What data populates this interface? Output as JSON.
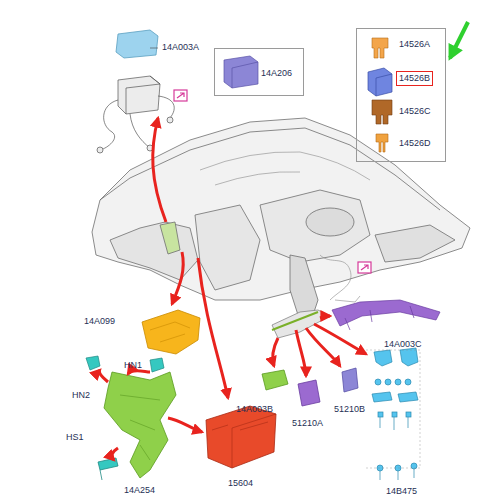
{
  "diagram": {
    "nodes": [
      {
        "text": [
          "14A206"
        ]
      },
      {
        "text": [
          "14526A",
          "14526C",
          "14526D"
        ]
      },
      {
        "text": [
          "14526B"
        ],
        "in": 1
      }
    ],
    "labels": [
      "14A003A",
      "14A099",
      "HN1",
      "HN2",
      "HS1",
      "14A254",
      "15604",
      "14A003B",
      "51210A",
      "51210B",
      "14A003C",
      "14B475"
    ]
  }
}
